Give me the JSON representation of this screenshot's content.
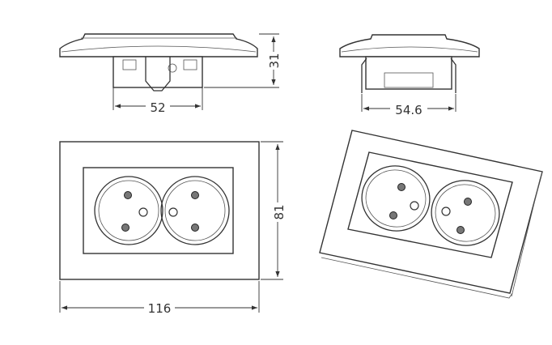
{
  "dimensions": {
    "side_view_width": "52",
    "side_view_depth": "31",
    "top_view_width": "54.6",
    "front_view_height": "81",
    "front_view_width": "116"
  },
  "colors": {
    "line": "#333333",
    "background": "#ffffff"
  }
}
